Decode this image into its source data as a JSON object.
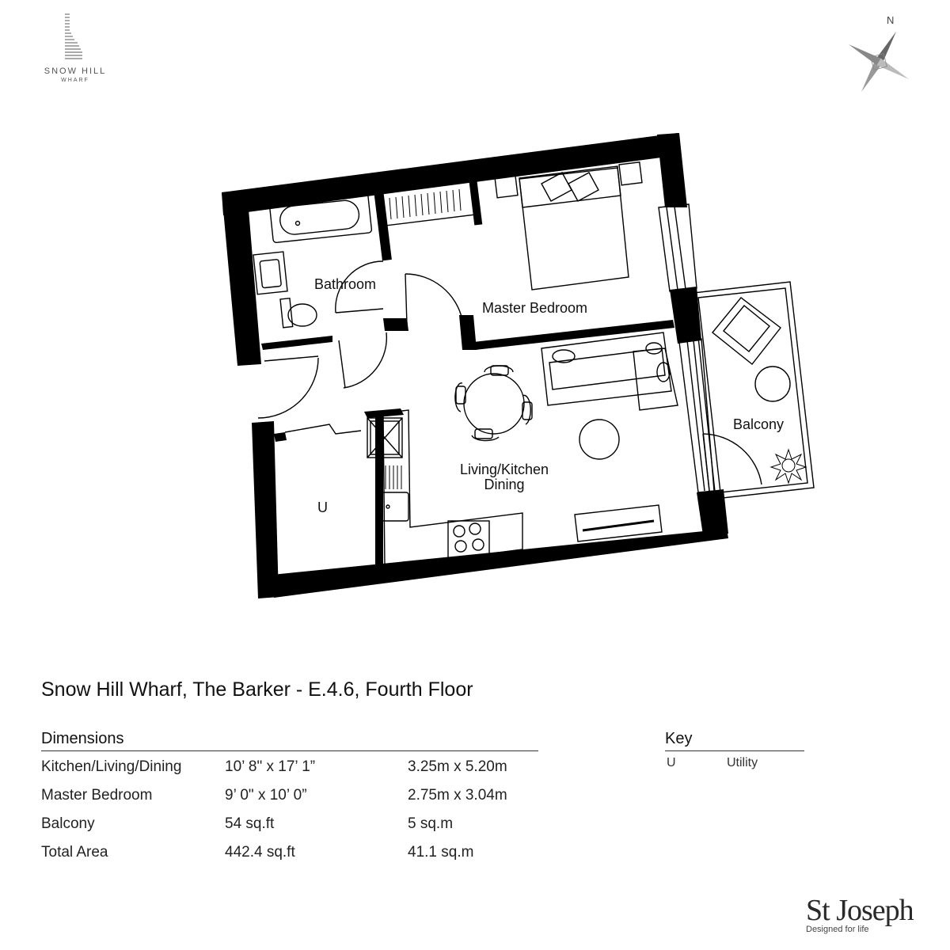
{
  "brand": {
    "name": "SNOW HILL",
    "sub": "WHARF"
  },
  "compass": {
    "north_label": "N"
  },
  "rooms": {
    "bathroom": "Bathroom",
    "master_bedroom": "Master Bedroom",
    "living_line1": "Living/Kitchen",
    "living_line2": "Dining",
    "balcony": "Balcony",
    "utility": "U"
  },
  "title": "Snow Hill Wharf, The Barker - E.4.6, Fourth Floor",
  "dimensions": {
    "heading": "Dimensions",
    "rows": [
      {
        "room": "Kitchen/Living/Dining",
        "imperial": "10’ 8\" x 17’ 1”",
        "metric": "3.25m x 5.20m"
      },
      {
        "room": "Master Bedroom",
        "imperial": "9’ 0\" x 10’ 0”",
        "metric": "2.75m x 3.04m"
      },
      {
        "room": "Balcony",
        "imperial": "54 sq.ft",
        "metric": "5 sq.m"
      },
      {
        "room": "Total Area",
        "imperial": "442.4 sq.ft",
        "metric": "41.1 sq.m"
      }
    ]
  },
  "key": {
    "heading": "Key",
    "items": [
      {
        "code": "U",
        "meaning": "Utility"
      }
    ]
  },
  "developer": {
    "name": "St Joseph",
    "tagline": "Designed for life"
  }
}
